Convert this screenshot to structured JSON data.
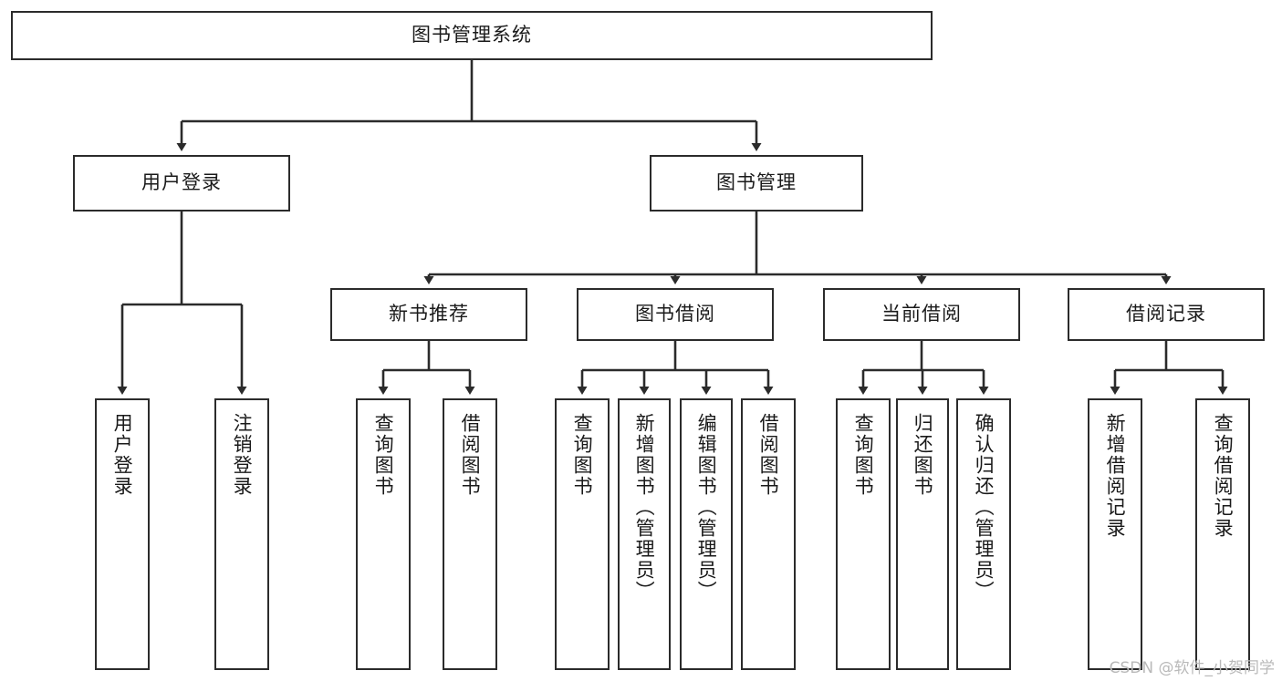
{
  "diagram": {
    "type": "tree",
    "title": "图书管理系统",
    "root": {
      "id": "root",
      "label": "图书管理系统",
      "orientation": "horizontal"
    },
    "level2": [
      {
        "id": "user-login",
        "label": "用户登录",
        "orientation": "horizontal"
      },
      {
        "id": "book-manage",
        "label": "图书管理",
        "orientation": "horizontal"
      }
    ],
    "level3": [
      {
        "id": "new-book-recommend",
        "label": "新书推荐",
        "parent": "book-manage",
        "orientation": "horizontal"
      },
      {
        "id": "book-borrow",
        "label": "图书借阅",
        "parent": "book-manage",
        "orientation": "horizontal"
      },
      {
        "id": "current-borrow",
        "label": "当前借阅",
        "parent": "book-manage",
        "orientation": "horizontal"
      },
      {
        "id": "borrow-record",
        "label": "借阅记录",
        "parent": "book-manage",
        "orientation": "horizontal"
      }
    ],
    "leaves": [
      {
        "id": "leaf-user-login",
        "label": "用户登录",
        "parent": "user-login",
        "orientation": "vertical"
      },
      {
        "id": "leaf-logout-login",
        "label": "注销登录",
        "parent": "user-login",
        "orientation": "vertical"
      },
      {
        "id": "leaf-query-book-1",
        "label": "查询图书",
        "parent": "new-book-recommend",
        "orientation": "vertical"
      },
      {
        "id": "leaf-borrow-book-1",
        "label": "借阅图书",
        "parent": "new-book-recommend",
        "orientation": "vertical"
      },
      {
        "id": "leaf-query-book-2",
        "label": "查询图书",
        "parent": "book-borrow",
        "orientation": "vertical"
      },
      {
        "id": "leaf-add-book-admin",
        "label": "新增图书（管理员）",
        "parent": "book-borrow",
        "orientation": "vertical"
      },
      {
        "id": "leaf-edit-book-admin",
        "label": "编辑图书（管理员）",
        "parent": "book-borrow",
        "orientation": "vertical"
      },
      {
        "id": "leaf-borrow-book-2",
        "label": "借阅图书",
        "parent": "book-borrow",
        "orientation": "vertical"
      },
      {
        "id": "leaf-query-book-3",
        "label": "查询图书",
        "parent": "current-borrow",
        "orientation": "vertical"
      },
      {
        "id": "leaf-return-book",
        "label": "归还图书",
        "parent": "current-borrow",
        "orientation": "vertical"
      },
      {
        "id": "leaf-confirm-return-admin",
        "label": "确认归还（管理员）",
        "parent": "current-borrow",
        "orientation": "vertical"
      },
      {
        "id": "leaf-add-borrow-record",
        "label": "新增借阅记录",
        "parent": "borrow-record",
        "orientation": "vertical"
      },
      {
        "id": "leaf-query-borrow-record",
        "label": "查询借阅记录",
        "parent": "borrow-record",
        "orientation": "vertical"
      }
    ]
  },
  "watermark": {
    "text": "CSDN @软件_小贺同学"
  },
  "colors": {
    "stroke": "#2b2b2b",
    "box_fill": "#ffffff",
    "text": "#1a1a1a",
    "watermark": "#b9b9b9",
    "background": "#ffffff"
  }
}
